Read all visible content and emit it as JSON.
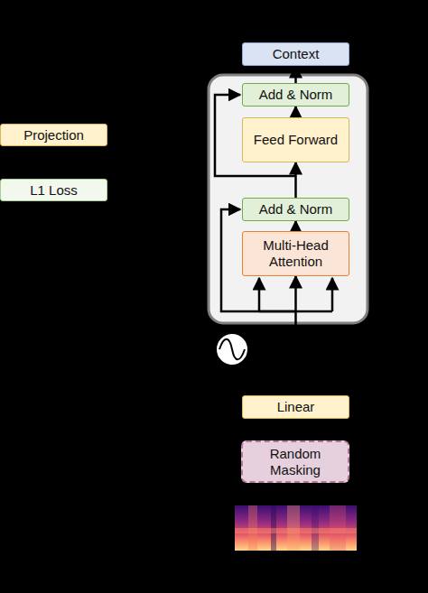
{
  "diagram": {
    "nodes": [
      {
        "text": [
          "Projection"
        ]
      },
      {
        "text": [
          "L1 Loss"
        ]
      },
      {
        "text": [
          "Context"
        ]
      },
      {
        "text": [
          "Add & Norm"
        ]
      },
      {
        "text": [
          "Feed Forward"
        ]
      },
      {
        "text": [
          "Add & Norm"
        ]
      },
      {
        "text": [
          "Multi-Head Attention"
        ]
      },
      {
        "text": [
          "Linear"
        ]
      },
      {
        "text": [
          "Random Masking"
        ]
      }
    ],
    "edges": [
      {
        "from": 6,
        "to": 5,
        "arrow": "to"
      },
      {
        "from": 5,
        "to": 4,
        "arrow": "to"
      },
      {
        "from": 4,
        "to": 3,
        "arrow": "to"
      },
      {
        "from": 3,
        "to": 2,
        "arrow": "to"
      },
      {
        "from": 7,
        "to": 6,
        "arrow": "to"
      },
      {
        "from": 8,
        "to": 7,
        "arrow": "to"
      }
    ]
  }
}
